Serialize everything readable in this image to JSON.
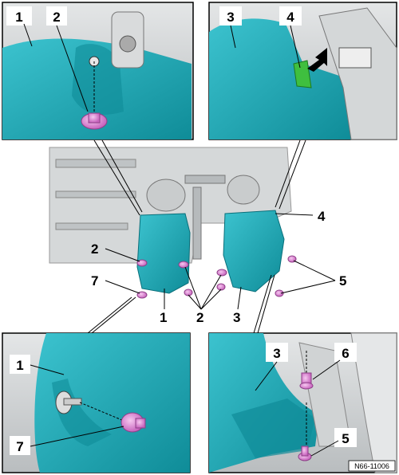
{
  "labels": {
    "tl_1": "1",
    "tl_2": "2",
    "tr_3": "3",
    "tr_4": "4",
    "mid_2": "2",
    "mid_4": "4",
    "mid_7": "7",
    "mid_5": "5",
    "bottom_1": "1",
    "bottom_2": "2",
    "bottom_3": "3",
    "bl_1": "1",
    "bl_7": "7",
    "br_3": "3",
    "br_6": "6",
    "br_5": "5"
  },
  "reference_code": "N66-11006",
  "colors": {
    "panel": "#1aa5b2",
    "panel_dark": "#0f7f8c",
    "fastener": "#e08ad8",
    "highlight": "#3fbf3f",
    "arrow": "#000000",
    "background_grey": "#cfd2d3"
  },
  "icons": [
    "arrow-pointer-icon"
  ]
}
